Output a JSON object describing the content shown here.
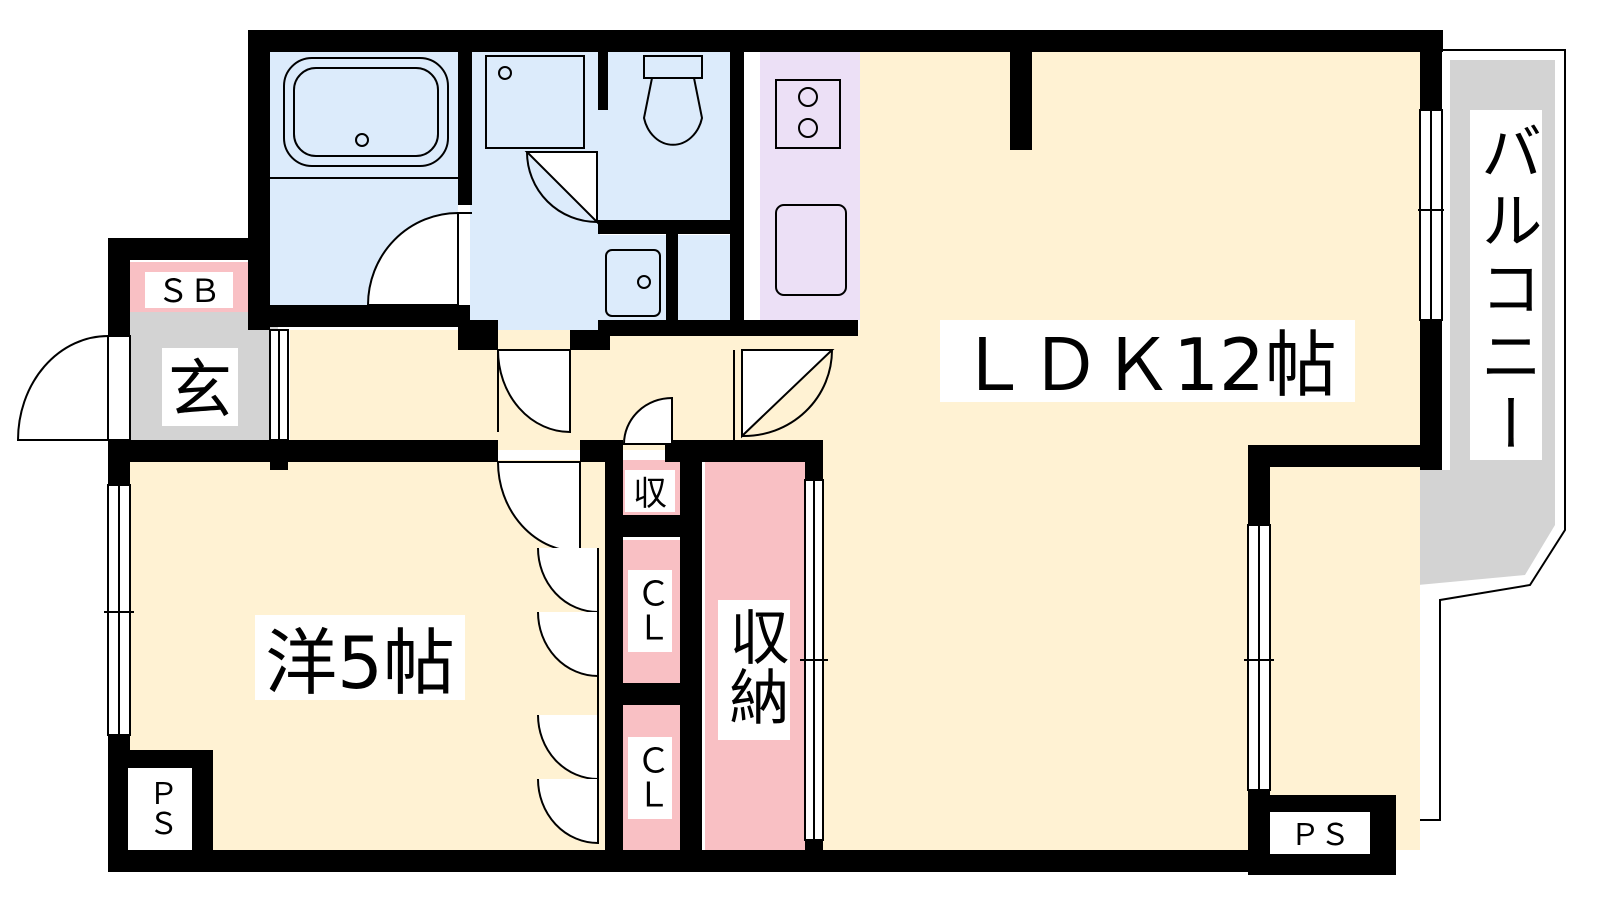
{
  "rooms": {
    "ldk": "ＬＤＫ12帖",
    "western": "洋5帖",
    "entrance": "玄",
    "balcony": "バルコニー",
    "shoe_box": "ＳＢ",
    "storage_large": "収納",
    "storage_small": "収",
    "closet_1": "ＣＬ",
    "closet_2": "ＣＬ",
    "ps_left": "ＰＳ",
    "ps_right": "ＰＳ"
  },
  "colors": {
    "living": "#fff2d3",
    "wet_area": "#dcebfb",
    "kitchen": "#ece0f6",
    "storage": "#f9c0c4",
    "entrance": "#d3d3d3",
    "balcony": "#d3d3d3",
    "wall": "#000000"
  }
}
